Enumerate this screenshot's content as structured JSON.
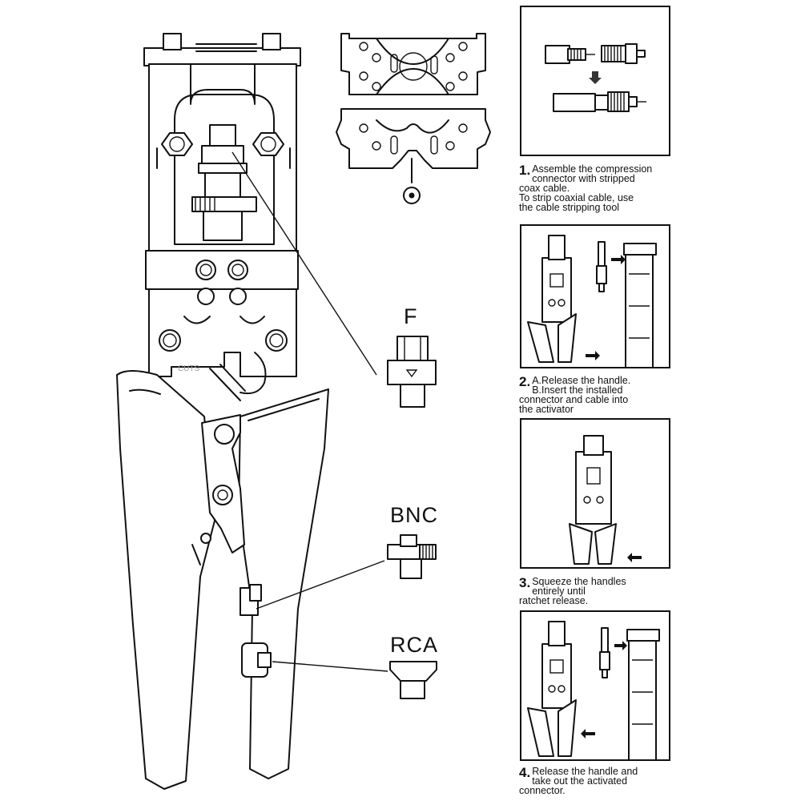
{
  "tool": {
    "brand_mark": "CUTS"
  },
  "connectors": {
    "f_label": "F",
    "bnc_label": "BNC",
    "rca_label": "RCA"
  },
  "steps": [
    {
      "number": "1.",
      "lines": [
        "Assemble the compression",
        "connector with stripped",
        "coax cable.",
        "To strip coaxial cable, use",
        "the cable stripping tool"
      ]
    },
    {
      "number": "2.",
      "lines": [
        "A.Release the handle.",
        "B.Insert the installed",
        "connector and cable into",
        "the activator"
      ]
    },
    {
      "number": "3.",
      "lines": [
        "Squeeze the handles",
        "entirely until",
        "ratchet release."
      ]
    },
    {
      "number": "4.",
      "lines": [
        "Release the handle and",
        "take out the activated",
        "connector."
      ]
    }
  ]
}
